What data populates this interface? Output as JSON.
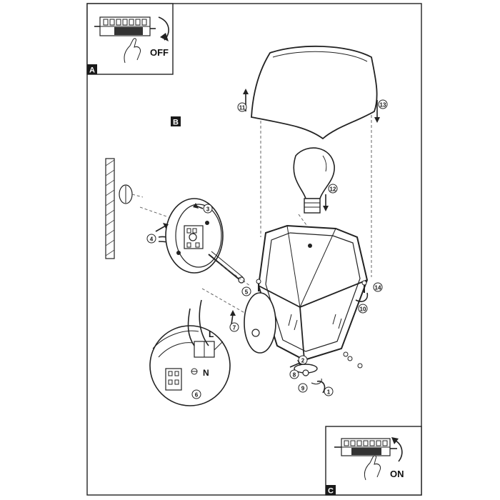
{
  "panels": {
    "a": {
      "letter": "A",
      "state": "OFF"
    },
    "b": {
      "letter": "B"
    },
    "c": {
      "letter": "C",
      "state": "ON"
    }
  },
  "steps": [
    {
      "id": "s1",
      "label": "1"
    },
    {
      "id": "s2",
      "label": "2"
    },
    {
      "id": "s3",
      "label": "3"
    },
    {
      "id": "s4",
      "label": "4"
    },
    {
      "id": "s5",
      "label": "5"
    },
    {
      "id": "s6",
      "label": "6"
    },
    {
      "id": "s7",
      "label": "7"
    },
    {
      "id": "s8",
      "label": "8"
    },
    {
      "id": "s9",
      "label": "9"
    },
    {
      "id": "s10",
      "label": "10"
    },
    {
      "id": "s11",
      "label": "11"
    },
    {
      "id": "s12",
      "label": "12"
    },
    {
      "id": "s13",
      "label": "13"
    },
    {
      "id": "s14",
      "label": "14"
    }
  ],
  "wiring": {
    "live": "L",
    "neutral": "N"
  },
  "colors": {
    "line": "#222222",
    "paper": "#ffffff",
    "label_bg": "#1a1a1a",
    "label_text": "#ffffff"
  }
}
